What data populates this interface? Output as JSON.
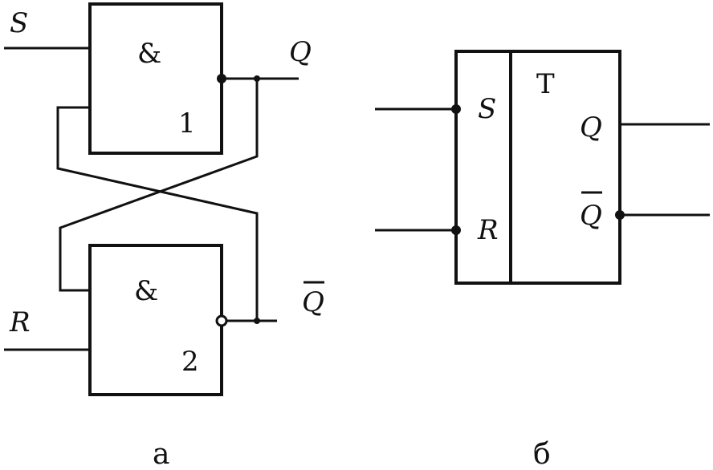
{
  "diagram_a": {
    "caption": "а",
    "input_s": "S",
    "input_r": "R",
    "output_q": "Q",
    "output_qbar": "Q",
    "gate1": {
      "symbol": "&",
      "number": "1"
    },
    "gate2": {
      "symbol": "&",
      "number": "2"
    }
  },
  "diagram_b": {
    "caption": "б",
    "type_label": "T",
    "input_s": "S",
    "input_r": "R",
    "output_q": "Q",
    "output_qbar": "Q"
  }
}
